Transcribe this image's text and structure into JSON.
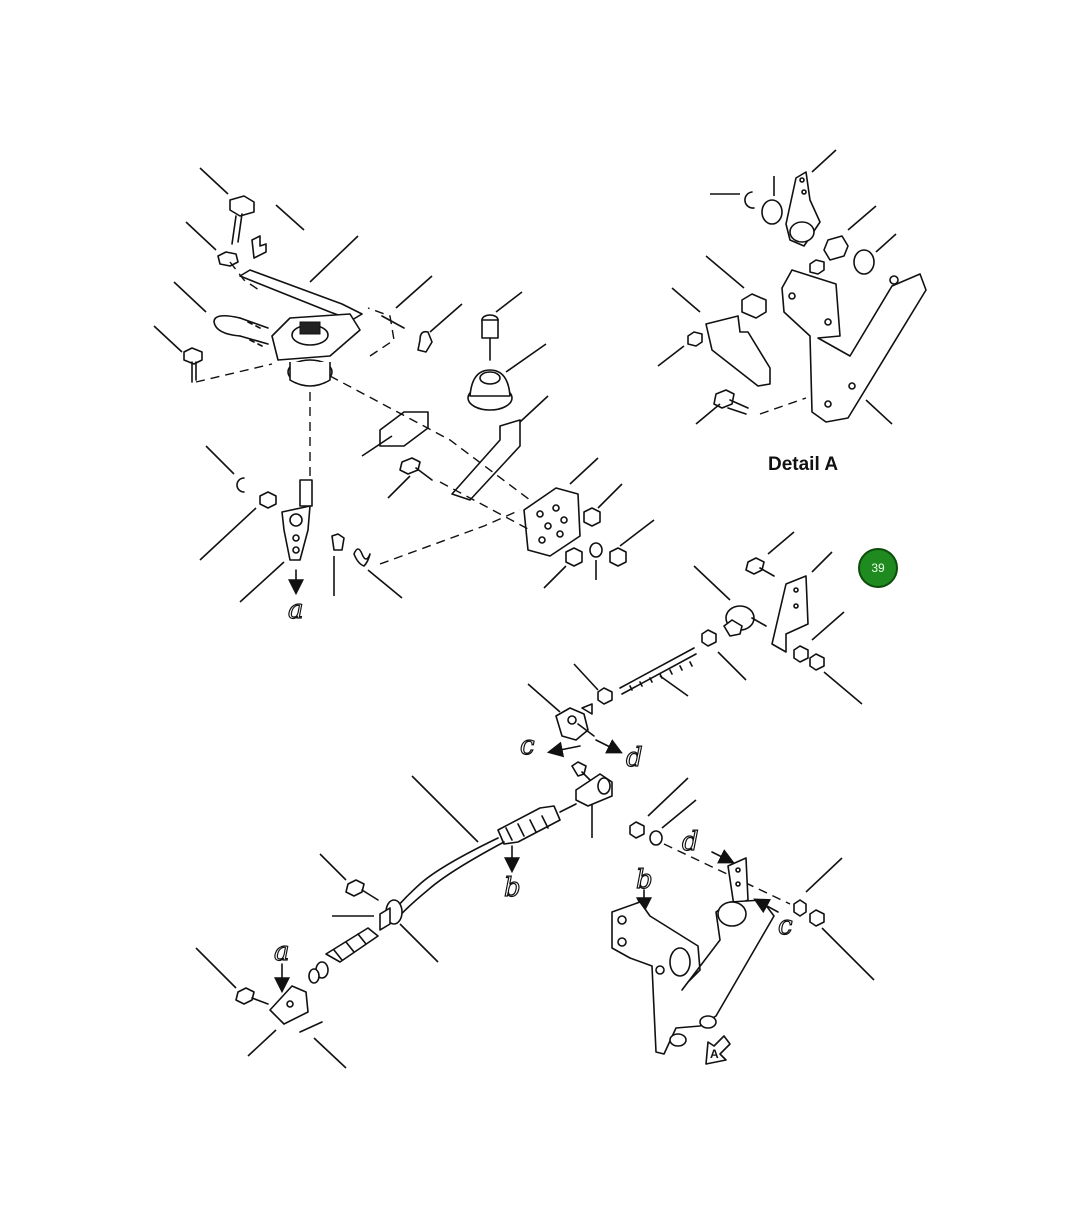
{
  "detail_label": "Detail  A",
  "detail_ref": "A",
  "page_badge": "39",
  "callouts": {
    "a_top": "a",
    "a_bottom": "a",
    "b_top": "b",
    "b_bottom": "b",
    "c_top": "c",
    "c_bottom": "c",
    "d_top": "d",
    "d_bottom": "d"
  },
  "colors": {
    "badge_fill": "#1f8a1f",
    "badge_ring": "#0b4d0b",
    "ink": "#111111"
  }
}
